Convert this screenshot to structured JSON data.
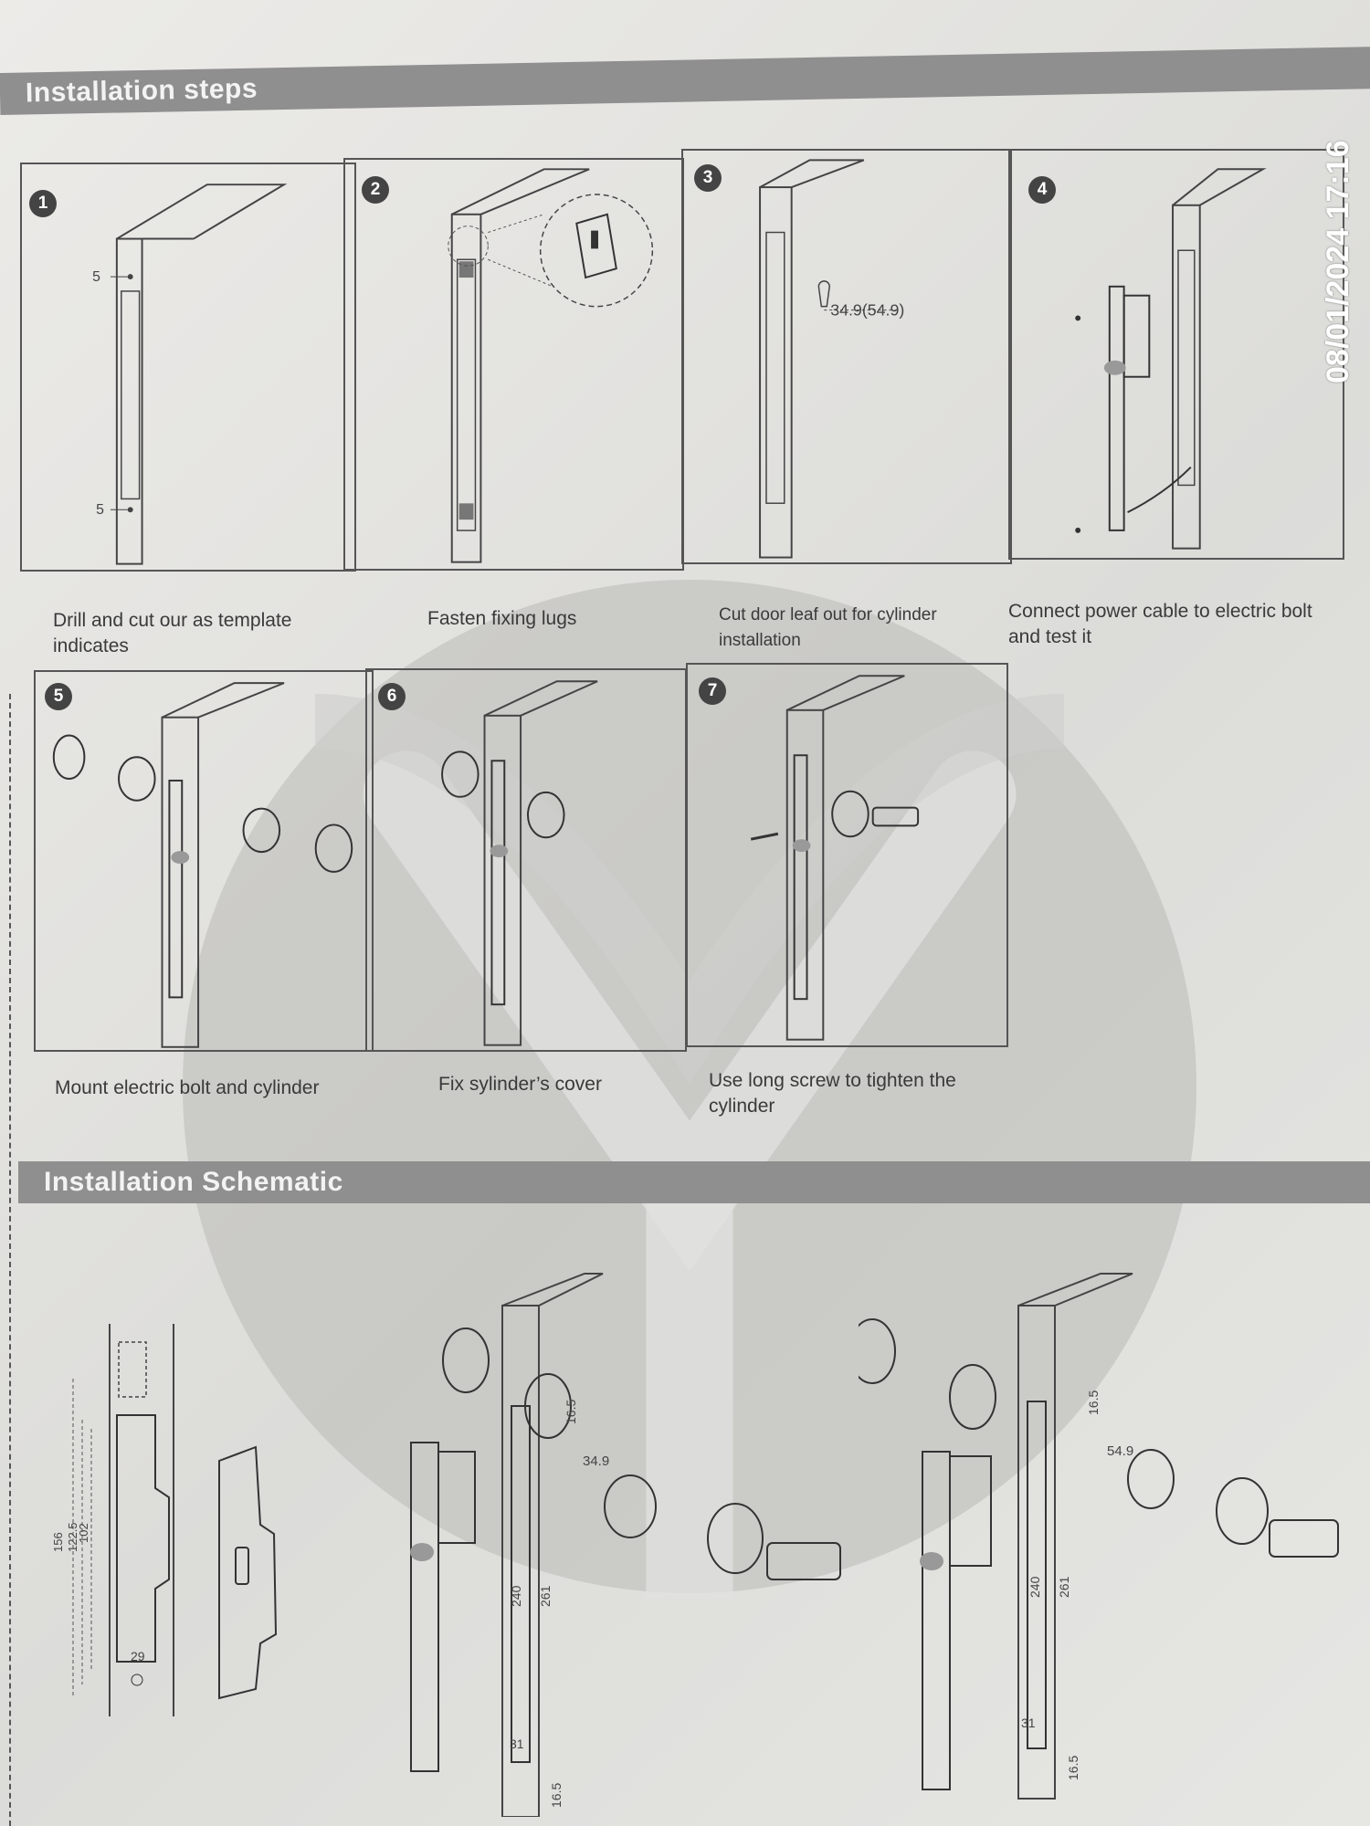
{
  "sections": {
    "installation_steps_title": "Installation steps",
    "installation_schematic_title": "Installation Schematic"
  },
  "steps": [
    {
      "number": "1",
      "caption": "Drill and cut our as template indicates"
    },
    {
      "number": "2",
      "caption": "Fasten fixing lugs"
    },
    {
      "number": "3",
      "caption": "Cut  door leaf out for cylinder installation"
    },
    {
      "number": "4",
      "caption": "Connect power cable to electric bolt and test it"
    },
    {
      "number": "5",
      "caption": "Mount electric bolt and cylinder"
    },
    {
      "number": "6",
      "caption": "Fix sylinder’s cover"
    },
    {
      "number": "7",
      "caption": "Use long screw to tighten the cylinder"
    }
  ],
  "dimensions": {
    "step1_top": "5",
    "step1_bottom": "5",
    "step3_cutout": "34.9(54.9)",
    "strike_156": "156",
    "strike_122_5": "122.5",
    "strike_102": "102",
    "strike_29": "29",
    "a_16_5_top": "16.5",
    "a_34_9": "34.9",
    "a_240": "240",
    "a_261": "261",
    "a_31": "31",
    "a_16_5_bottom": "16.5",
    "b_16_5_top": "16.5",
    "b_54_9": "54.9",
    "b_240": "240",
    "b_261": "261",
    "b_31": "31",
    "b_16_5_bottom": "16.5"
  },
  "timestamp": "08/01/2024 17:16"
}
